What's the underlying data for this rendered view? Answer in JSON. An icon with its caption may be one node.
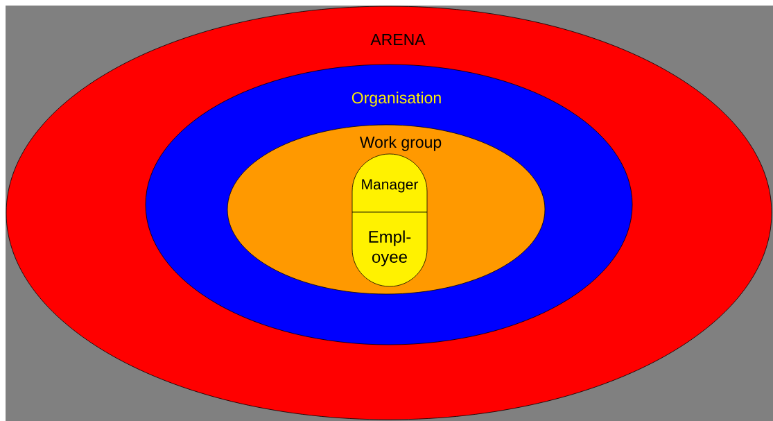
{
  "diagram": {
    "nodes": [
      {
        "text": [
          "ARENA"
        ]
      },
      {
        "text": [
          "Organisation"
        ],
        "in": 0
      },
      {
        "text": [
          "Work group"
        ],
        "in": 1
      },
      {
        "text": [
          "Manager"
        ],
        "in": 2
      },
      {
        "text": [
          "Empl- oyee"
        ],
        "in": 2
      }
    ]
  }
}
